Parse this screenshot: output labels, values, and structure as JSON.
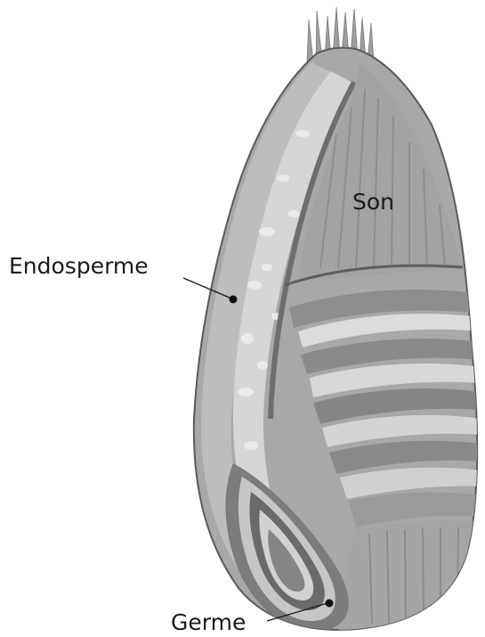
{
  "labels": {
    "son": "Son",
    "endosperme": "Endosperme",
    "germe": "Germe"
  },
  "colors": {
    "background": "#ffffff",
    "bran_light": "#c4c4c4",
    "bran_mid": "#9a9a9a",
    "bran_dark": "#6e6e6e",
    "endosperm_speckle": "#e2e2e2",
    "outline": "#5a5a5a",
    "text": "#1a1a1a"
  }
}
